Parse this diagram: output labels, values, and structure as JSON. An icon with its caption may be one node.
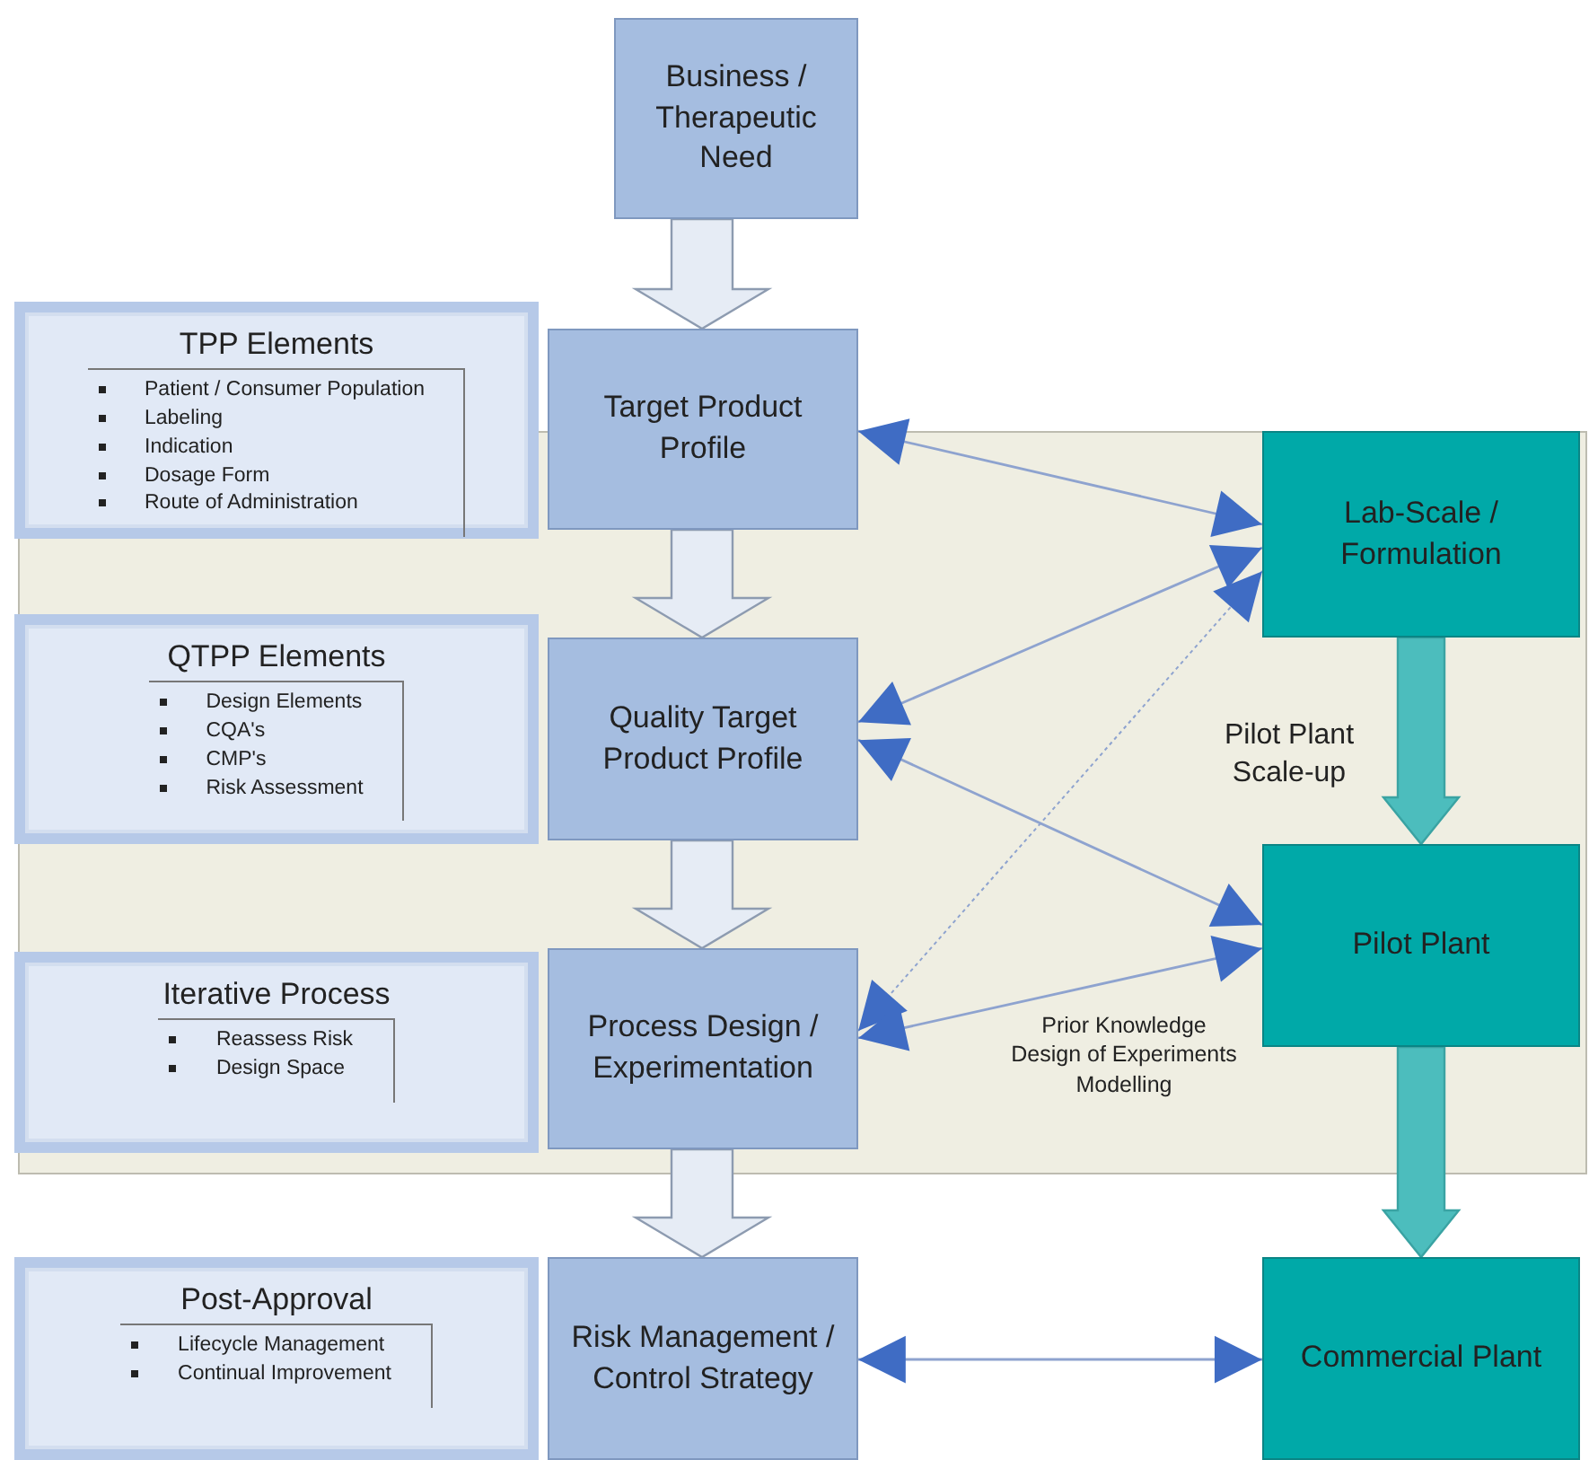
{
  "diagram": {
    "nodes": [
      {
        "text": [
          "Business / Therapeutic Need"
        ]
      },
      {
        "text": [
          "TPP Elements",
          "Patient / Consumer Population",
          "Labeling",
          "Indication",
          "Dosage Form",
          "Route of Administration"
        ]
      },
      {
        "text": [
          "Target Product Profile"
        ]
      },
      {
        "text": [
          "Lab-Scale / Formulation"
        ]
      },
      {
        "text": [
          "QTPP Elements",
          "Design Elements",
          "CQA's",
          "CMP's",
          "Risk Assessment"
        ]
      },
      {
        "text": [
          "Quality Target Product Profile"
        ]
      },
      {
        "text": [
          "Iterative Process",
          "Reassess Risk",
          "Design Space"
        ]
      },
      {
        "text": [
          "Process Design / Experimentation"
        ]
      },
      {
        "text": [
          "Pilot Plant"
        ]
      },
      {
        "text": [
          "Post-Approval",
          "Lifecycle Management",
          "Continual Improvement"
        ]
      },
      {
        "text": [
          "Risk Management / Control Strategy"
        ]
      },
      {
        "text": [
          "Commercial Plant"
        ]
      }
    ],
    "edges": [
      {
        "from": 0,
        "to": 2,
        "arrow": "to",
        "style": "thick"
      },
      {
        "from": 2,
        "to": 5,
        "arrow": "to",
        "style": "thick"
      },
      {
        "from": 5,
        "to": 7,
        "arrow": "to",
        "style": "thick"
      },
      {
        "from": 7,
        "to": 10,
        "arrow": "to",
        "style": "thick"
      },
      {
        "from": 2,
        "to": 3,
        "arrow": "both"
      },
      {
        "from": 5,
        "to": 3,
        "arrow": "both"
      },
      {
        "from": 7,
        "to": 3,
        "arrow": "both",
        "style": "dashed"
      },
      {
        "from": 5,
        "to": 8,
        "arrow": "both"
      },
      {
        "from": 7,
        "to": 8,
        "arrow": "both"
      },
      {
        "from": 10,
        "to": 11,
        "arrow": "both"
      },
      {
        "from": 3,
        "to": 8,
        "arrow": "to",
        "style": "thick",
        "color": "#4cbdbd",
        "label": "Pilot Plant Scale-up"
      },
      {
        "from": 8,
        "to": 11,
        "arrow": "to",
        "style": "thick",
        "color": "#4cbdbd"
      }
    ],
    "labels": [
      "Prior Knowledge Design of Experiments Modelling"
    ]
  }
}
